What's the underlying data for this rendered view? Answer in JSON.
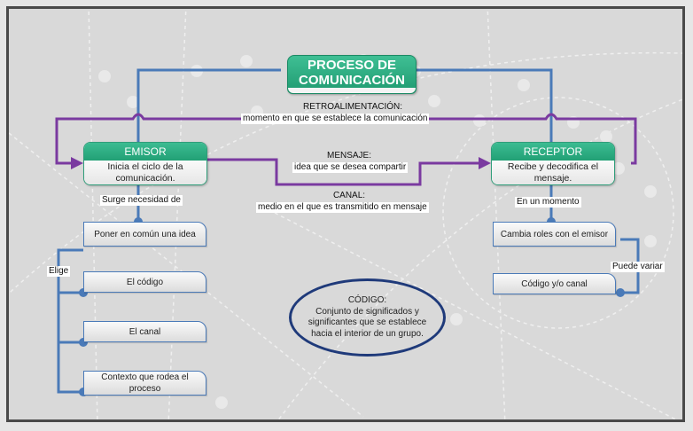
{
  "title": "PROCESO DE COMUNICACIÓN",
  "title_lines": [
    "PROCESO DE",
    "COMUNICACIÓN"
  ],
  "colors": {
    "node_green": "#2aa87d",
    "link_blue": "#4a7ab8",
    "link_purple": "#7a3aa0",
    "ellipse_border": "#1f3a7a",
    "background": "#d9d9d9"
  },
  "emisor": {
    "header": "EMISOR",
    "body": "Inicia el ciclo de la comunicación."
  },
  "receptor": {
    "header": "RECEPTOR",
    "body": "Recibe y decodifica el mensaje."
  },
  "connectors": {
    "retroalimentacion": {
      "title": "RETROALIMENTACIÓN:",
      "desc": "momento en que se establece la comunicación"
    },
    "mensaje": {
      "title": "MENSAJE:",
      "desc": "idea que se desea compartir"
    },
    "canal": {
      "title": "CANAL:",
      "desc": "medio en el que es transmitido en mensaje"
    }
  },
  "emisor_branch": {
    "link_label": "Surge necesidad de",
    "first_item": "Poner en común una idea",
    "elige_label": "Elige",
    "items": [
      "El código",
      "El canal",
      "Contexto que rodea el proceso"
    ]
  },
  "receptor_branch": {
    "link_label": "En un momento",
    "first_item": "Cambia roles con el emisor",
    "variar_label": "Puede variar",
    "second_item": "Código y/o canal"
  },
  "codigo_note": {
    "title": "CÓDIGO:",
    "lines": [
      "Conjunto de significados y",
      "significantes que se establece",
      "hacia el interior de un grupo."
    ]
  }
}
